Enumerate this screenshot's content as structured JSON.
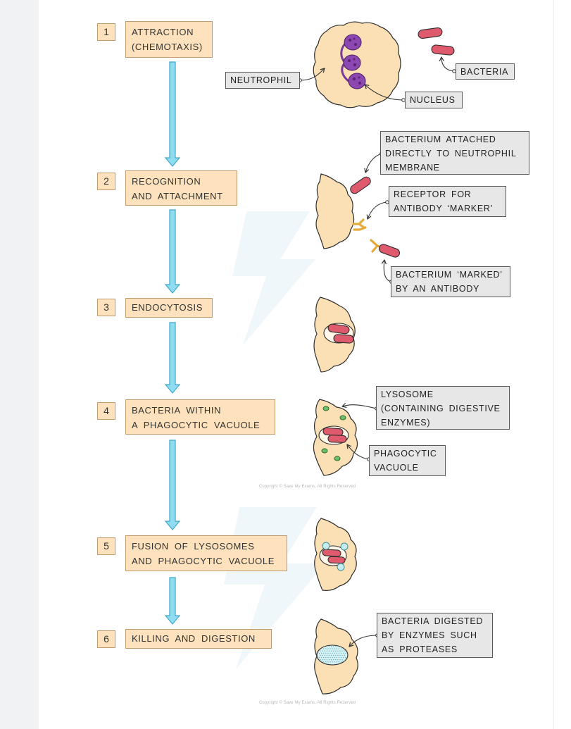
{
  "steps": [
    {
      "number": "1",
      "lines": [
        "ATTRACTION",
        "(CHEMOTAXIS)"
      ]
    },
    {
      "number": "2",
      "lines": [
        "RECOGNITION",
        "AND ATTACHMENT"
      ]
    },
    {
      "number": "3",
      "lines": [
        "ENDOCYTOSIS"
      ]
    },
    {
      "number": "4",
      "lines": [
        "BACTERIA WITHIN",
        "A PHAGOCYTIC VACUOLE"
      ]
    },
    {
      "number": "5",
      "lines": [
        "FUSION OF LYSOSOMES",
        "AND PHAGOCYTIC VACUOLE"
      ]
    },
    {
      "number": "6",
      "lines": [
        "KILLING AND DIGESTION"
      ]
    }
  ],
  "annotations": {
    "neutrophil": [
      "NEUTROPHIL"
    ],
    "bacteria": [
      "BACTERIA"
    ],
    "nucleus": [
      "NUCLEUS"
    ],
    "bacterium_attached": [
      "BACTERIUM ATTACHED",
      "DIRECTLY TO NEUTROPHIL",
      "MEMBRANE"
    ],
    "receptor": [
      "RECEPTOR FOR",
      "ANTIBODY ‘MARKER’"
    ],
    "bacterium_marked": [
      "BACTERIUM ‘MARKED’",
      "BY AN ANTIBODY"
    ],
    "lysosome": [
      "LYSOSOME",
      "(CONTAINING DIGESTIVE",
      "ENZYMES)"
    ],
    "phagocytic_vacuole": [
      "PHAGOCYTIC",
      "VACUOLE"
    ],
    "bacteria_digested": [
      "BACTERIA DIGESTED",
      "BY ENZYMES SUCH",
      "AS PROTEASES"
    ]
  },
  "copyright": "Copyright © Save My Exams. All Rights Reserved",
  "colors": {
    "step_box_fill": "#fde2bd",
    "step_box_border": "#c29a6b",
    "note_box_fill": "#e7e7e7",
    "arrow_fill": "#8fdbf0",
    "arrow_stroke": "#3da8c9",
    "cell_fill": "#fbe0b5",
    "bacterium_fill": "#e05a6d",
    "nucleus_fill": "#8c47b0",
    "lysosome_fill": "#6bbf6b",
    "enzyme_fill": "#c6ecef",
    "antibody_fill": "#e3ac3a"
  }
}
